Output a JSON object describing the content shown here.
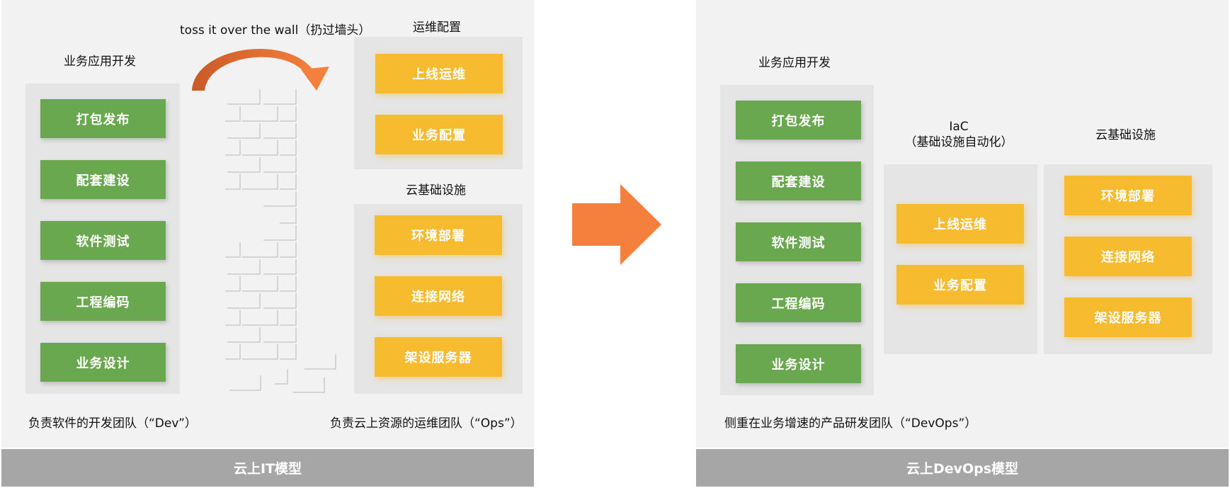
{
  "left_panel": {
    "dev_group_title": "业务应用开发",
    "dev_items": [
      "打包发布",
      "配套建设",
      "软件测试",
      "工程编码",
      "业务设计"
    ],
    "wall_caption": "toss it over the wall（扔过墙头）",
    "ops_config_title": "运维配置",
    "ops_config_items": [
      "上线运维",
      "业务配置"
    ],
    "cloud_infra_title": "云基础设施",
    "cloud_infra_items": [
      "环境部署",
      "连接网络",
      "架设服务器"
    ],
    "dev_team_caption": "负责软件的开发团队（“Dev”）",
    "ops_team_caption": "负责云上资源的运维团队（“Ops”）",
    "footer": "云上IT模型"
  },
  "right_panel": {
    "dev_group_title": "业务应用开发",
    "dev_items": [
      "打包发布",
      "配套建设",
      "软件测试",
      "工程编码",
      "业务设计"
    ],
    "iac_title_line1": "IaC",
    "iac_title_line2": "（基础设施自动化）",
    "iac_items": [
      "上线运维",
      "业务配置"
    ],
    "cloud_infra_title": "云基础设施",
    "cloud_infra_items": [
      "环境部署",
      "连接网络",
      "架设服务器"
    ],
    "team_caption": "侧重在业务增速的产品研发团队（“DevOps”）",
    "footer": "云上DevOps模型"
  },
  "colors": {
    "green": "#6aa84f",
    "yellow": "#f6bb2e",
    "arrow": "#f5803e",
    "footer": "#a6a6a6"
  }
}
